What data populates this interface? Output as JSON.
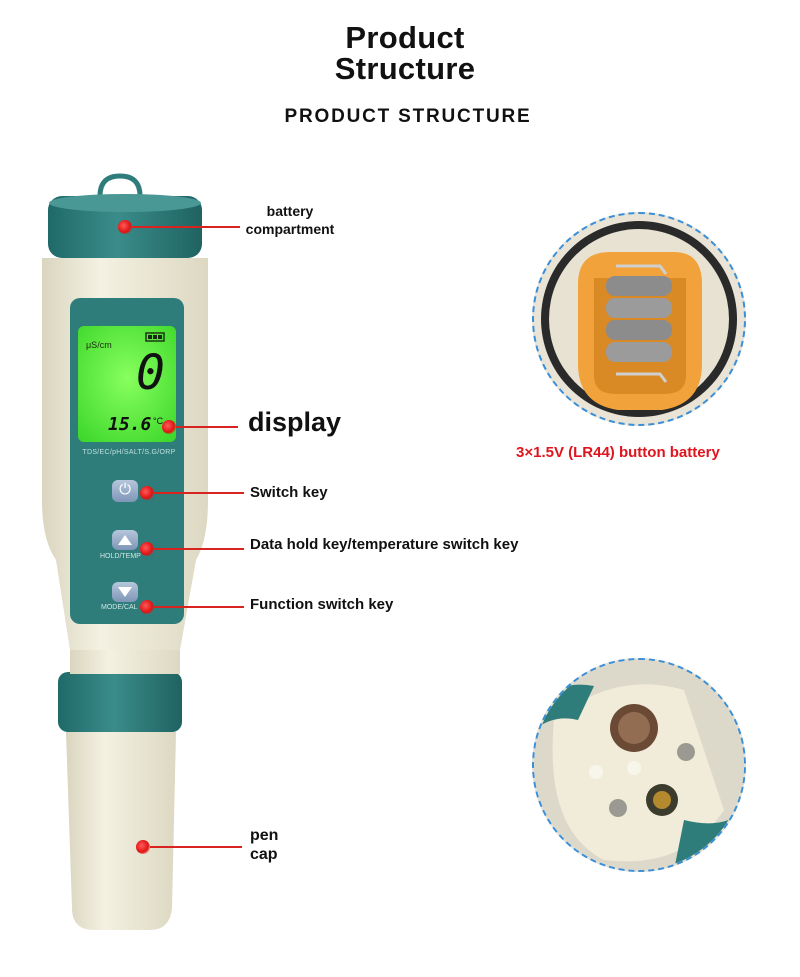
{
  "title": "Product\nStructure",
  "subtitle": "PRODUCT STRUCTURE",
  "labels": {
    "battery_compartment": "battery\ncompartment",
    "display": "display",
    "switch_key": "Switch key",
    "hold_key": "Data hold key/temperature switch key",
    "function_key": "Function switch key",
    "pen_cap": "pen\ncap",
    "battery_type": "3×1.5V (LR44) button battery"
  },
  "device": {
    "lcd_unit": "μS/cm",
    "lcd_value": "0",
    "lcd_temp": "15.6",
    "lcd_temp_unit": "°C",
    "mode_strip": "TDS/EC/pH/SALT/S.G/ORP",
    "hold_button_text": "HOLD/TEMP",
    "mode_button_text": "MODE/CAL"
  },
  "colors": {
    "teal": "#2e7d7c",
    "body": "#eeebd9",
    "lcd": "#58f03a",
    "callout": "#d8231f",
    "battery_text": "#e0141c"
  }
}
